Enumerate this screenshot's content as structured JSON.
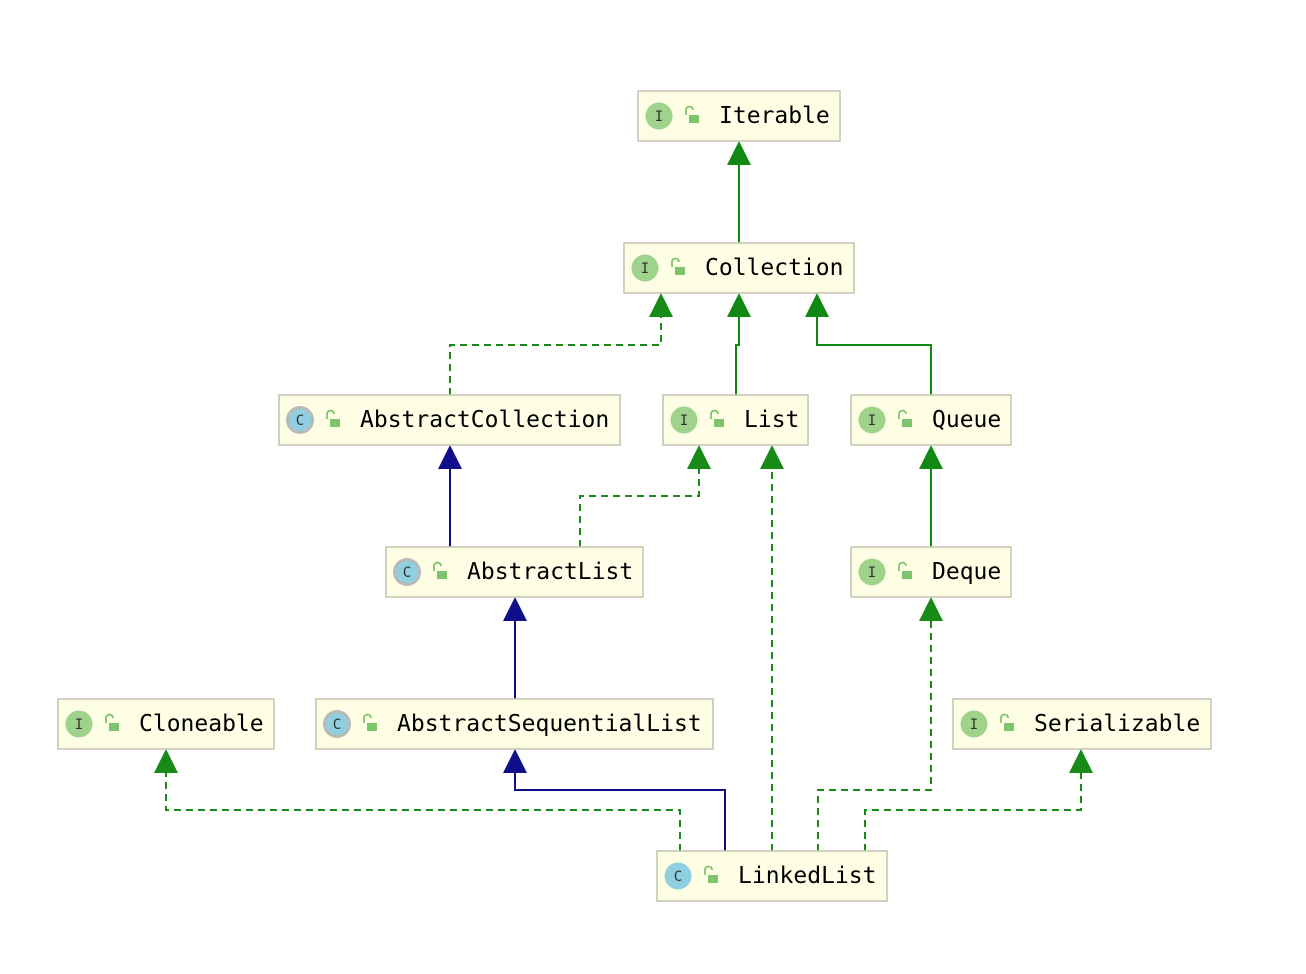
{
  "colors": {
    "implements": "#178a17",
    "extends_interface": "#118811",
    "extends_class": "#0f0f8a",
    "node_fill": "#fefee4",
    "node_border": "#c6c6b4",
    "interface_badge": "#9fd28a",
    "class_badge": "#8fcfe0",
    "lock_icon": "#7fc46a"
  },
  "nodes": [
    {
      "id": "iterable",
      "label": "Iterable",
      "kind": "interface",
      "badge": "I",
      "abstract": false
    },
    {
      "id": "collection",
      "label": "Collection",
      "kind": "interface",
      "badge": "I",
      "abstract": false
    },
    {
      "id": "abstractcollection",
      "label": "AbstractCollection",
      "kind": "class",
      "badge": "C",
      "abstract": true
    },
    {
      "id": "list",
      "label": "List",
      "kind": "interface",
      "badge": "I",
      "abstract": false
    },
    {
      "id": "queue",
      "label": "Queue",
      "kind": "interface",
      "badge": "I",
      "abstract": false
    },
    {
      "id": "abstractlist",
      "label": "AbstractList",
      "kind": "class",
      "badge": "C",
      "abstract": true
    },
    {
      "id": "deque",
      "label": "Deque",
      "kind": "interface",
      "badge": "I",
      "abstract": false
    },
    {
      "id": "cloneable",
      "label": "Cloneable",
      "kind": "interface",
      "badge": "I",
      "abstract": false
    },
    {
      "id": "abstractsequentiallist",
      "label": "AbstractSequentialList",
      "kind": "class",
      "badge": "C",
      "abstract": true
    },
    {
      "id": "serializable",
      "label": "Serializable",
      "kind": "interface",
      "badge": "I",
      "abstract": false
    },
    {
      "id": "linkedlist",
      "label": "LinkedList",
      "kind": "class",
      "badge": "C",
      "abstract": false
    }
  ],
  "edges": [
    {
      "from": "collection",
      "to": "iterable",
      "relation": "extends_interface"
    },
    {
      "from": "abstractcollection",
      "to": "collection",
      "relation": "implements"
    },
    {
      "from": "list",
      "to": "collection",
      "relation": "extends_interface"
    },
    {
      "from": "queue",
      "to": "collection",
      "relation": "extends_interface"
    },
    {
      "from": "abstractlist",
      "to": "abstractcollection",
      "relation": "extends_class"
    },
    {
      "from": "abstractlist",
      "to": "list",
      "relation": "implements"
    },
    {
      "from": "deque",
      "to": "queue",
      "relation": "extends_interface"
    },
    {
      "from": "abstractsequentiallist",
      "to": "abstractlist",
      "relation": "extends_class"
    },
    {
      "from": "linkedlist",
      "to": "abstractsequentiallist",
      "relation": "extends_class"
    },
    {
      "from": "linkedlist",
      "to": "list",
      "relation": "implements"
    },
    {
      "from": "linkedlist",
      "to": "deque",
      "relation": "implements"
    },
    {
      "from": "linkedlist",
      "to": "cloneable",
      "relation": "implements"
    },
    {
      "from": "linkedlist",
      "to": "serializable",
      "relation": "implements"
    }
  ]
}
